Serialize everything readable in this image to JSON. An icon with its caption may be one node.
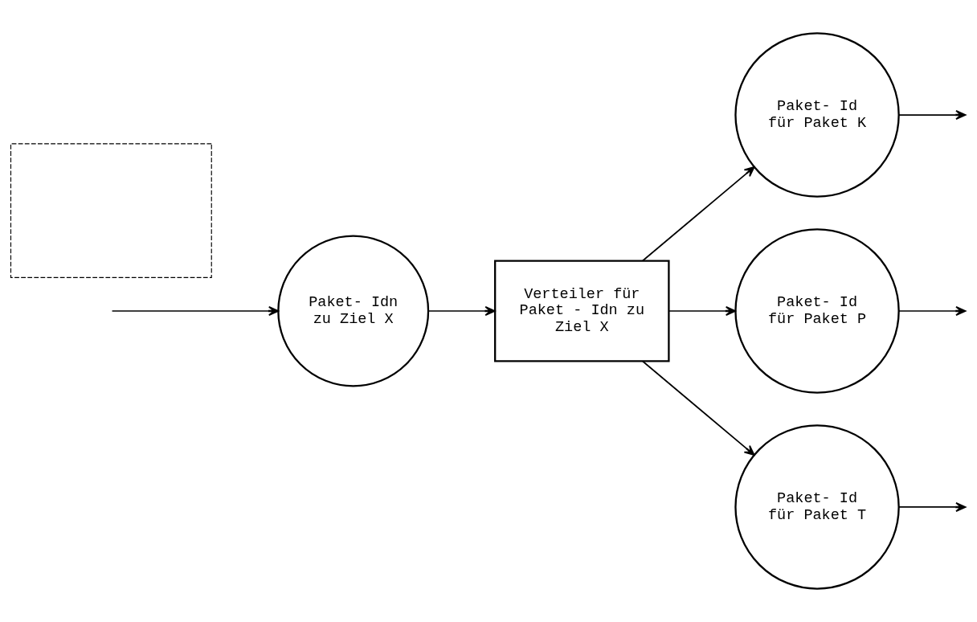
{
  "diagram": {
    "nodes": [
      {
        "text": [
          "Paket- Idn zu Ziel X"
        ]
      },
      {
        "text": [
          "Verteiler für Paket - Idn zu Ziel X"
        ]
      },
      {
        "text": [
          "Paket- Id für Paket K"
        ]
      },
      {
        "text": [
          "Paket- Id für Paket P"
        ]
      },
      {
        "text": [
          "Paket- Id für Paket T"
        ]
      },
      {
        "text": [],
        "shape": "box"
      }
    ],
    "edges": [
      {
        "from": null,
        "to": 0,
        "arrow": "to"
      },
      {
        "from": 0,
        "to": 1,
        "arrow": "to"
      },
      {
        "from": 1,
        "to": 2,
        "arrow": "to"
      },
      {
        "from": 1,
        "to": 3,
        "arrow": "to"
      },
      {
        "from": 1,
        "to": 4,
        "arrow": "to"
      },
      {
        "from": 2,
        "to": null,
        "arrow": "to"
      },
      {
        "from": 3,
        "to": null,
        "arrow": "to"
      },
      {
        "from": 4,
        "to": null,
        "arrow": "to"
      }
    ]
  }
}
